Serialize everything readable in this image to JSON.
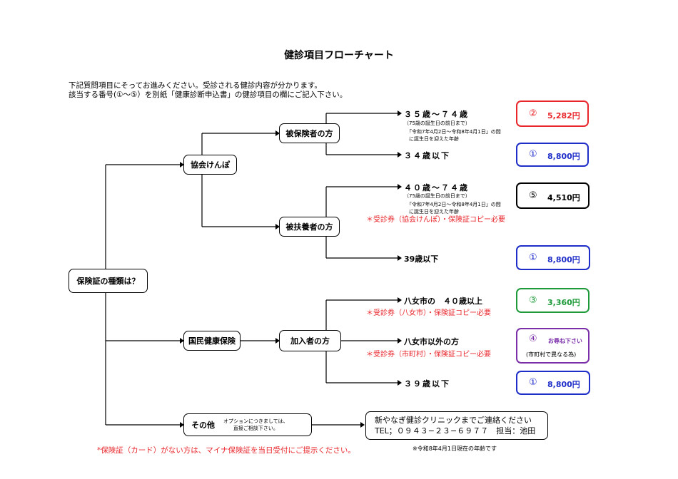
{
  "title": "健診項目フローチャート",
  "intro_line1": "下記質問項目にそってお進みください。受診される健診内容が分かります。",
  "intro_line2": "該当する番号(①〜⑤）を別紙「健康診断申込書」の健診項目の欄にご記入下さい。",
  "root": "保険証の種類は？",
  "branches": {
    "kyokai": "協会けんぽ",
    "kokumin": "国民健康保険",
    "other": "その他",
    "other_note1": "オプションにつきましては、",
    "other_note2": "直接ご相談下さい。"
  },
  "sub": {
    "hihokensha": "被保険者の方",
    "hifuyou": "被扶養者の方",
    "kanyuu": "加入者の方"
  },
  "leaves": {
    "age35_74": "３５歳〜７４歳",
    "age35_note1": "（75歳の誕生日の前日まで）",
    "age35_note2": "「令和7年4月2日〜令和8年4月1日」の間",
    "age35_note3": "に誕生日を迎えた年齢",
    "age34": "３４歳以下",
    "age40_74": "４０歳〜７４歳",
    "age40_note1": "（75歳の誕生日の前日まで）",
    "age40_note2": "「令和7年4月2日〜令和8年4月1日」の間",
    "age40_note3": "に誕生日を迎えた年齢",
    "age40_red": "＊受診券（協会けんぽ）・保険証コピー必要",
    "age39_a": "39歳以下",
    "yame40": "八女市の　４０歳以上",
    "yame40_red": "＊受診券（八女市）・保険証コピー必要",
    "yameother": "八女市以外の方",
    "yameother_red": "＊受診券（市町村）・保険証コピー必要",
    "age39_b": "３９歳以下"
  },
  "results": [
    {
      "num": "②",
      "price": "5,282円",
      "color": "#e8262c"
    },
    {
      "num": "①",
      "price": "8,800円",
      "color": "#1f2ec9"
    },
    {
      "num": "⑤",
      "price": "4,510円",
      "color": "#000000"
    },
    {
      "num": "①",
      "price": "8,800円",
      "color": "#1f2ec9"
    },
    {
      "num": "③",
      "price": "3,360円",
      "color": "#1e9a3a"
    },
    {
      "num": "④",
      "price": "お尋ね下さい",
      "sub": "(市町村で異なる為)",
      "color": "#7b2fa8"
    },
    {
      "num": "①",
      "price": "8,800円",
      "color": "#1f2ec9"
    }
  ],
  "contact_line1": "新やなぎ健診クリニックまでご連絡ください",
  "contact_line2": "TEL；０９４３−２３−６９７７　担当：池田",
  "footer_red": "*保険証（カード）がない方は、マイナ保険証を当日受付にご提示ください。",
  "footer_note": "※令和8年4月1日現在の年齢です"
}
